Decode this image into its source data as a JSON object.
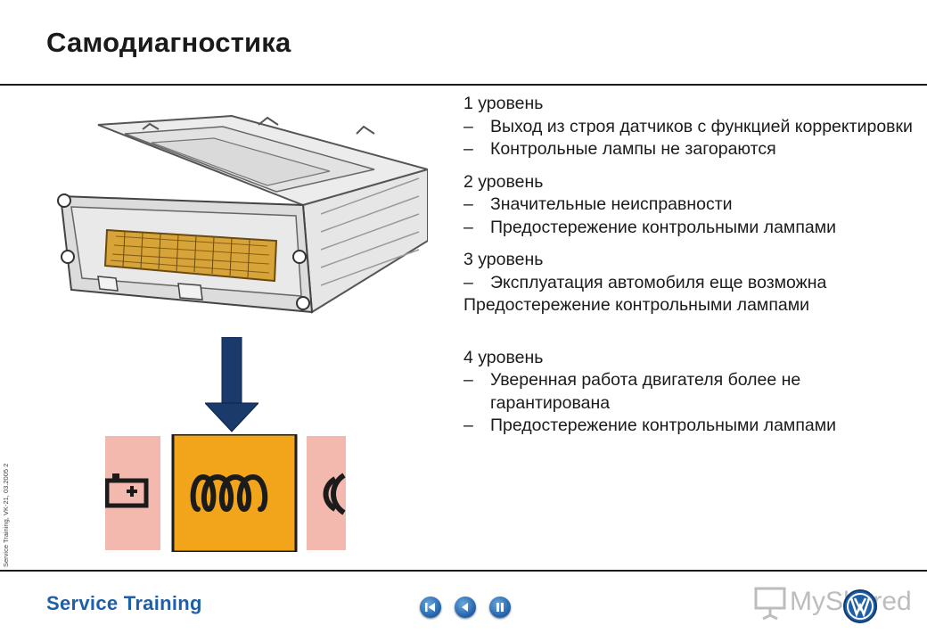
{
  "slide": {
    "title": "Самодиагностика",
    "levels": [
      {
        "head": "1 уровень",
        "items": [
          {
            "type": "dash",
            "text": "Выход из строя датчиков с функцией корректировки"
          },
          {
            "type": "dash",
            "text": "Контрольные лампы не загораются"
          }
        ]
      },
      {
        "head": "2 уровень",
        "items": [
          {
            "type": "dash",
            "text": "Значительные неисправности"
          },
          {
            "type": "dash",
            "text": "Предостережение контрольными лампами"
          }
        ]
      },
      {
        "head": "3 уровень",
        "items": [
          {
            "type": "dash",
            "text": "Эксплуатация автомобиля еще возможна"
          },
          {
            "type": "plain",
            "text": "Предостережение контрольными лампами"
          }
        ]
      },
      {
        "head": "4 уровень",
        "items": [
          {
            "type": "dash",
            "text": "Уверенная работа двигателя более не гарантирована"
          },
          {
            "type": "dash",
            "text": "Предостережение контрольными лампами"
          }
        ]
      }
    ],
    "dash_char": "–"
  },
  "side_note": "Service Training, VK-21, 03.2005     2",
  "footer": {
    "brand": "Service Training",
    "watermark": "MyShared"
  },
  "illustration": {
    "ecu": "engine-control-unit",
    "arrow": "down-arrow",
    "lamps": [
      "battery-warning-icon",
      "glow-plug-icon",
      "brake-warning-icon"
    ]
  },
  "colors": {
    "brand_blue": "#1f5fa8",
    "arrow_navy": "#1a3a6b",
    "lamp_orange": "#f2a51a",
    "lamp_pink": "#f3b9ae"
  }
}
